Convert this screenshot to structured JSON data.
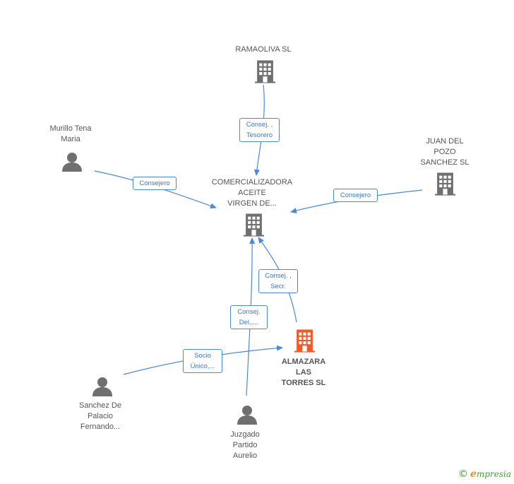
{
  "colors": {
    "edge": "#4a8ad4",
    "building": "#6f6f6f",
    "building_main": "#f05a28",
    "person": "#6f6f6f"
  },
  "nodes": {
    "ramaoliva": {
      "label": [
        "RAMAOLIVA  SL"
      ],
      "icon": "building-icon"
    },
    "murillo": {
      "label": [
        "Murillo Tena",
        "Maria"
      ],
      "icon": "person-icon"
    },
    "juan_del_pozo": {
      "label": [
        "JUAN DEL",
        "POZO",
        "SANCHEZ SL"
      ],
      "icon": "building-icon"
    },
    "comercializadora": {
      "label": [
        "COMERCIALIZADORA",
        "ACEITE",
        "VIRGEN DE..."
      ],
      "icon": "building-icon"
    },
    "almazara": {
      "label": [
        "ALMAZARA",
        "LAS",
        "TORRES SL"
      ],
      "icon": "building-icon"
    },
    "sanchez": {
      "label": [
        "Sanchez De",
        "Palacio",
        "Fernando..."
      ],
      "icon": "person-icon"
    },
    "juzgado": {
      "label": [
        "Juzgado",
        "Partido",
        "Aurelio"
      ],
      "icon": "person-icon"
    }
  },
  "edges": {
    "ramaoliva_comercializadora": [
      "Consej. ,",
      "Tesorero"
    ],
    "murillo_comercializadora": [
      "Consejero"
    ],
    "juan_comercializadora": [
      "Consejero"
    ],
    "almazara_comercializadora": [
      "Consej. ,",
      "Secr."
    ],
    "juzgado_comercializadora": [
      "Consej.",
      "Del.,..."
    ],
    "sanchez_almazara": [
      "Socio",
      "Único,..."
    ]
  },
  "brand": {
    "copyright": "©",
    "initial": "e",
    "name": "mpresia"
  }
}
